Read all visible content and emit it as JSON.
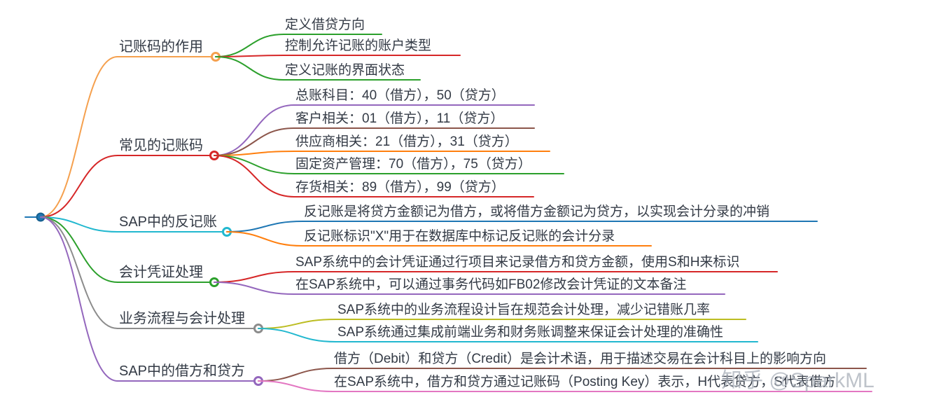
{
  "watermark": "知乎 @SparkML",
  "root": {
    "color": "#1f77b4"
  },
  "branches": [
    {
      "label": "记账码的作用",
      "color": "#f5a04e",
      "children": [
        {
          "text": "定义借贷方向",
          "color": "#2ca02c"
        },
        {
          "text": "控制允许记账的账户类型",
          "color": "#d62728"
        },
        {
          "text": "定义记账的界面状态",
          "color": "#2ca02c"
        }
      ]
    },
    {
      "label": "常见的记账码",
      "color": "#d62728",
      "children": [
        {
          "text": "总账科目：40（借方），50（贷方）",
          "color": "#9467bd"
        },
        {
          "text": "客户相关：01（借方），11（贷方）",
          "color": "#8c564b"
        },
        {
          "text": "供应商相关：21（借方），31（贷方）",
          "color": "#ff7f0e"
        },
        {
          "text": "固定资产管理：70（借方），75（贷方）",
          "color": "#2ca02c"
        },
        {
          "text": "存货相关：89（借方），99（贷方）",
          "color": "#d62728"
        }
      ]
    },
    {
      "label": "SAP中的反记账",
      "color": "#22b8cf",
      "children": [
        {
          "text": "反记账是将贷方金额记为借方，或将借方金额记为贷方，以实现会计分录的冲销",
          "color": "#1f77b4"
        },
        {
          "text": "反记账标识\"X\"用于在数据库中标记反记账的会计分录",
          "color": "#ff7f0e"
        }
      ]
    },
    {
      "label": "会计凭证处理",
      "color": "#2ca02c",
      "children": [
        {
          "text": "SAP系统中的会计凭证通过行项目来记录借方和贷方金额，使用S和H来标识",
          "color": "#d62728"
        },
        {
          "text": "在SAP系统中，可以通过事务代码如FB02修改会计凭证的文本备注",
          "color": "#9467bd"
        }
      ]
    },
    {
      "label": "业务流程与会计处理",
      "color": "#8c8c8c",
      "children": [
        {
          "text": "SAP系统中的业务流程设计旨在规范会计处理，减少记错账几率",
          "color": "#bcbd22"
        },
        {
          "text": "SAP系统通过集成前端业务和财务账调整来保证会计处理的准确性",
          "color": "#22b8cf"
        }
      ]
    },
    {
      "label": "SAP中的借方和贷方",
      "color": "#9467bd",
      "children": [
        {
          "text": "借方（Debit）和贷方（Credit）是会计术语，用于描述交易在会计科目上的影响方向",
          "color": "#8c564b"
        },
        {
          "text": "在SAP系统中，借方和贷方通过记账码（Posting Key）表示，H代表贷方，S代表借方",
          "color": "#e377c2"
        }
      ]
    }
  ]
}
